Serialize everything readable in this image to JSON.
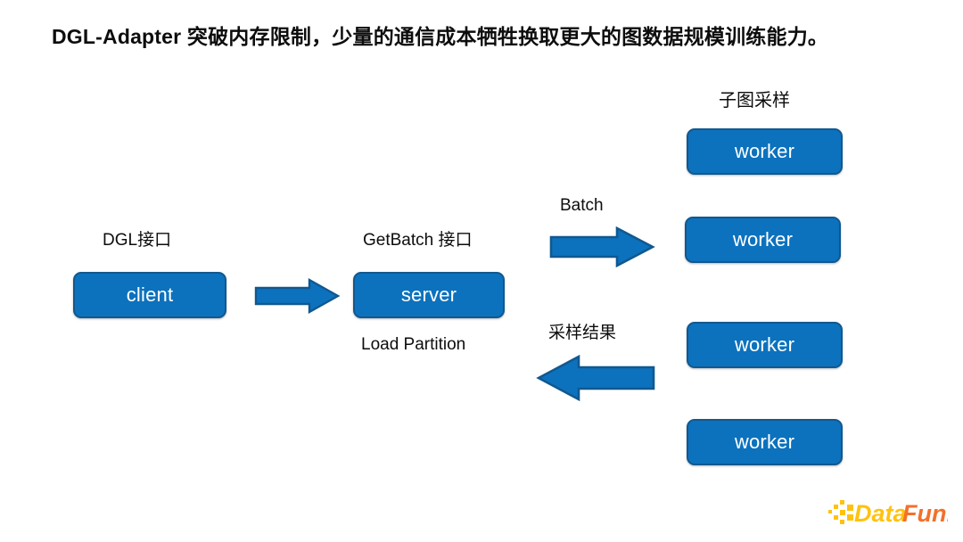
{
  "slide": {
    "title": "DGL-Adapter 突破内存限制，少量的通信成本牺牲换取更大的图数据规模训练能力。",
    "background_color": "#ffffff"
  },
  "theme": {
    "node_fill": "#0c72be",
    "node_border": "#11588f",
    "node_text": "#ffffff",
    "arrow_fill": "#0c72be",
    "arrow_border": "#11588f",
    "text_color": "#0d0d0d",
    "logo_orange": "#f4702a",
    "logo_yellow": "#ffc20e"
  },
  "diagram": {
    "client": {
      "caption": "DGL接口",
      "label": "client"
    },
    "server": {
      "caption_top": "GetBatch 接口",
      "label": "server",
      "caption_bottom": "Load Partition"
    },
    "arrows": {
      "client_to_server": {
        "label": "",
        "direction": "right"
      },
      "batch": {
        "label": "Batch",
        "direction": "right"
      },
      "sample_result": {
        "label": "采样结果",
        "direction": "left"
      }
    },
    "workers": {
      "group_caption": "子图采样",
      "items": [
        {
          "label": "worker"
        },
        {
          "label": "worker"
        },
        {
          "label": "worker"
        },
        {
          "label": "worker"
        }
      ]
    }
  },
  "logo": {
    "text": "DataFun.",
    "part_data": "Data",
    "part_fun": "Fun."
  }
}
